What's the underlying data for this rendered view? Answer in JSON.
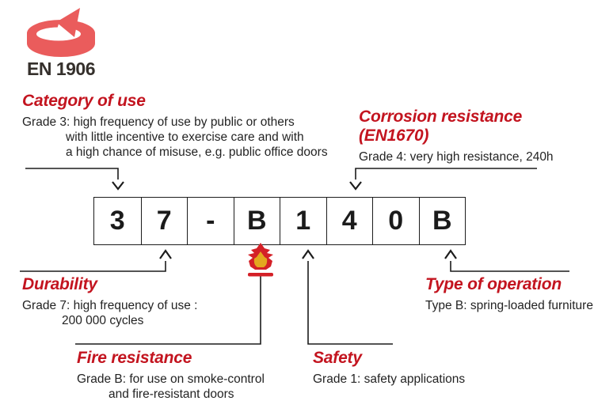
{
  "logo": {
    "label": "EN 1906",
    "icon": "rotation-arrow-ring"
  },
  "code_boxes": [
    "3",
    "7",
    "-",
    "B",
    "1",
    "4",
    "0",
    "B"
  ],
  "sections": {
    "category_of_use": {
      "title": "Category of use",
      "line1": "Grade 3: high frequency of use by public or others",
      "line2": "with little incentive to exercise care and with",
      "line3": "a high chance of misuse, e.g. public office doors"
    },
    "corrosion_resistance": {
      "title_line1": "Corrosion resistance",
      "title_line2": "(EN1670)",
      "line1": "Grade 4: very high resistance, 240h"
    },
    "durability": {
      "title": "Durability",
      "line1": "Grade 7: high frequency of use :",
      "line2": "200 000 cycles"
    },
    "fire_resistance": {
      "title": "Fire resistance",
      "line1": "Grade B: for use on smoke-control",
      "line2": "and fire-resistant doors",
      "icon": "flame"
    },
    "safety": {
      "title": "Safety",
      "line1": "Grade 1: safety applications"
    },
    "type_of_operation": {
      "title": "Type of operation",
      "line1": "Type B: spring-loaded furniture"
    }
  },
  "colors": {
    "heading_red": "#c3141f",
    "logo_red": "#ea5c5c",
    "flame_red": "#d42027",
    "flame_yellow": "#e3a71f",
    "text_dark": "#232323",
    "line_black": "#1c1c1c"
  }
}
